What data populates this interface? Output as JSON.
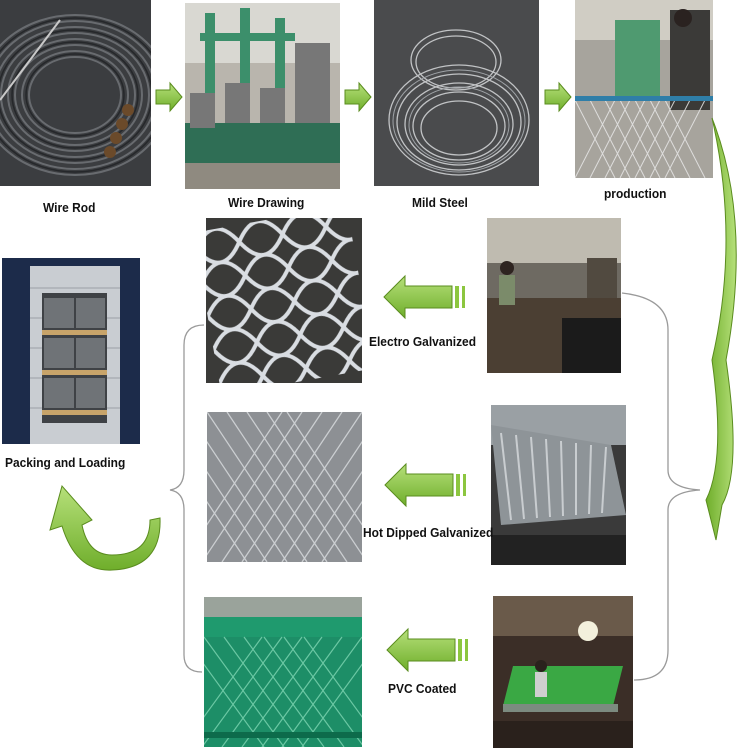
{
  "steps": {
    "wire_rod": "Wire Rod",
    "wire_drawing": "Wire Drawing",
    "mild_steel": "Mild Steel",
    "production": "production",
    "electro_galvanized": "Electro Galvanized",
    "hot_dipped_galvanized": "Hot Dipped Galvanized",
    "pvc_coated": "PVC Coated",
    "packing_and_loading": "Packing and Loading"
  },
  "icons": {
    "flow_arrow": "green-right-arrow-icon",
    "back_arrow": "green-left-arrow-icon",
    "curved_arrow": "green-curved-arrow-icon"
  },
  "colors": {
    "arrow_fill": "#8cc63f",
    "arrow_stroke": "#5a8c1e",
    "bracket": "#9a9a9a",
    "text": "#111111"
  }
}
